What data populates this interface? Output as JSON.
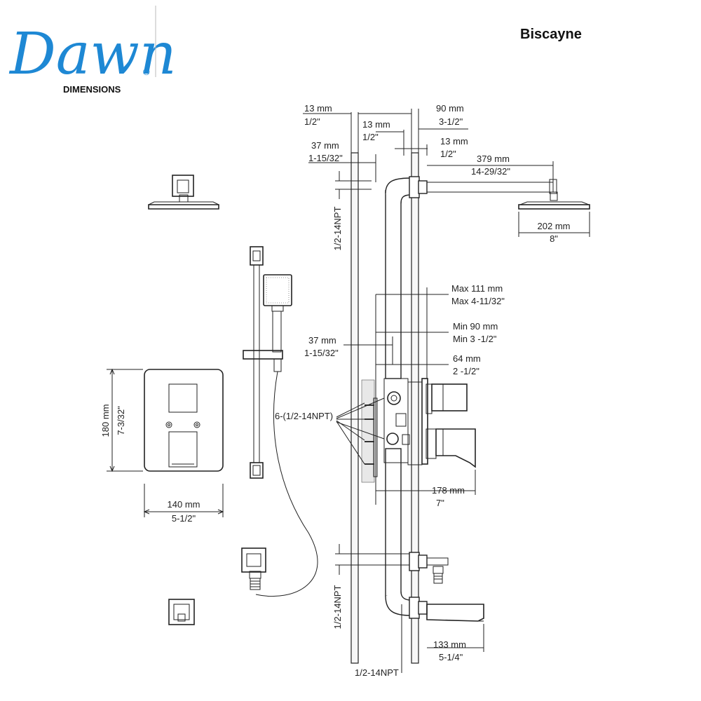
{
  "brand": {
    "logo_text": "Dawn",
    "registered_mark": "®",
    "subtitle": "DIMENSIONS"
  },
  "product": {
    "name": "Biscayne"
  },
  "labels": {
    "top_13mm_a": "13 mm",
    "top_13mm_a_in": "1/2\"",
    "top_90mm": "90 mm",
    "top_90mm_in": "3-1/2\"",
    "top_13mm_b": "13 mm",
    "top_13mm_b_in": "1/2\"",
    "top_13mm_c": "13 mm",
    "top_13mm_c_in": "1/2\"",
    "top_37mm": "37 mm",
    "top_37mm_in": "1-15/32\"",
    "arm_379mm": "379 mm",
    "arm_379mm_in": "14-29/32\"",
    "head_202mm": "202 mm",
    "head_202mm_in": "8\"",
    "npt_upper": "1/2-14NPT",
    "max_111mm": "Max 111 mm",
    "max_111mm_in": "Max 4-11/32\"",
    "min_90mm": "Min 90 mm",
    "min_90mm_in": "Min 3 -1/2\"",
    "mid_37mm": "37 mm",
    "mid_37mm_in": "1-15/32\"",
    "mid_64mm": "64 mm",
    "mid_64mm_in": "2 -1/2\"",
    "npt_six": "6-(1/2-14NPT)",
    "spout_178mm": "178 mm",
    "spout_178mm_in": "7\"",
    "trim_180mm": "180 mm",
    "trim_180mm_in": "7-3/32\"",
    "trim_140mm": "140 mm",
    "trim_140mm_in": "5-1/2\"",
    "npt_lower": "1/2-14NPT",
    "tub_133mm": "133 mm",
    "tub_133mm_in": "5-1/4\"",
    "npt_bottom": "1/2-14NPT"
  }
}
